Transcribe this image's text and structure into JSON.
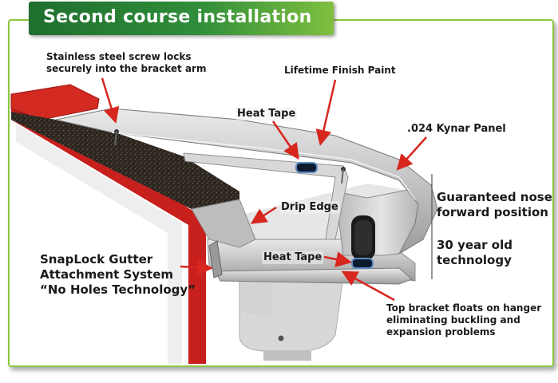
{
  "title": "Second course installation",
  "labels": {
    "screw_locks": [
      "Stainless steel screw locks",
      "securely into the bracket arm"
    ],
    "finish_paint": "Lifetime Finish Paint",
    "heat_tape_top": "Heat Tape",
    "kynar_panel": ".024 Kynar Panel",
    "drip_edge": "Drip Edge",
    "nose_forward": [
      "Guaranteed nose",
      "forward position"
    ],
    "technology_age": [
      "30 year old",
      "technology"
    ],
    "heat_tape_bottom": "Heat Tape",
    "snaplock": [
      "SnapLock Gutter",
      "Attachment System",
      "“No Holes Technology”"
    ],
    "bracket_floats": [
      "Top bracket floats on hanger",
      "eliminating buckling and",
      "expansion problems"
    ]
  },
  "colors": {
    "title_green": "#2f8d3a",
    "frame_green": "#8cc63f",
    "arrow_red": "#d7261e",
    "roof_red": "#c8201d",
    "metal": "#c9c9c9"
  }
}
